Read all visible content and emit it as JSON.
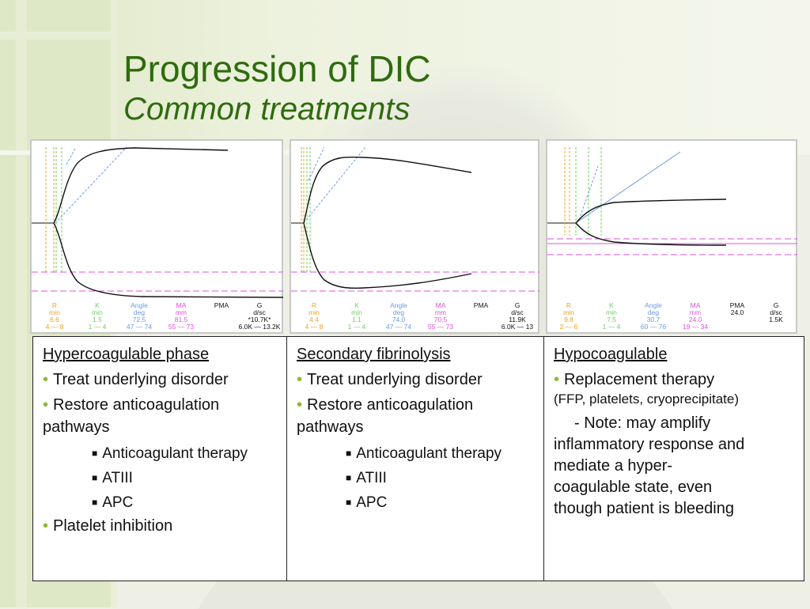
{
  "title": {
    "line1": "Progression of DIC",
    "line2": "Common treatments"
  },
  "panels": [
    {
      "params": {
        "labels": [
          "R",
          "K",
          "Angle",
          "MA",
          "PMA",
          "G"
        ],
        "units": [
          "min",
          "min",
          "deg",
          "mm",
          "",
          "d/sc"
        ],
        "values": [
          "6.6",
          "1.5",
          "72.5",
          "81.5",
          "",
          "*10.7K*"
        ],
        "ranges": [
          "4 — 8",
          "1 — 4",
          "47 — 74",
          "55 — 73",
          "",
          "6.0K — 13.2K"
        ]
      }
    },
    {
      "params": {
        "labels": [
          "R",
          "K",
          "Angle",
          "MA",
          "PMA",
          "G"
        ],
        "units": [
          "min",
          "min",
          "deg",
          "mm",
          "",
          "d/sc"
        ],
        "values": [
          "4.4",
          "1.1",
          "74.0",
          "70.5",
          "",
          "11.9K"
        ],
        "ranges": [
          "4 — 8",
          "1 — 4",
          "47 — 74",
          "55 — 73",
          "",
          "6.0K — 13"
        ]
      }
    },
    {
      "params": {
        "labels": [
          "R",
          "K",
          "Angle",
          "MA",
          "PMA",
          "G"
        ],
        "units": [
          "min",
          "min",
          "deg",
          "mm",
          "",
          "d/sc"
        ],
        "values": [
          "9.8",
          "7.5",
          "30.7",
          "24.0",
          "24.0",
          "1.5K"
        ],
        "ranges": [
          "2 — 6",
          "1 — 4",
          "60 — 76",
          "19 — 34",
          "",
          ""
        ]
      }
    }
  ],
  "columns": [
    {
      "heading": "Hypercoagulable phase",
      "bullets": [
        "Treat underlying disorder",
        "Restore anticoagulation pathways"
      ],
      "subs": [
        "Anticoagulant therapy",
        "ATIII",
        "APC"
      ],
      "last": "Platelet inhibition"
    },
    {
      "heading": "Secondary fibrinolysis",
      "bullets": [
        "Treat underlying disorder",
        "Restore anticoagulation pathways"
      ],
      "subs": [
        "Anticoagulant therapy",
        "ATIII",
        "APC"
      ]
    },
    {
      "heading": "Hypocoagulable",
      "bullet": "Replacement therapy",
      "small": "(FFP, platelets, cryoprecipitate)",
      "note": [
        "- Note:  may amplify",
        "inflammatory response and",
        "mediate a hyper-",
        "coagulable state, even",
        "though patient is bleeding"
      ]
    }
  ],
  "colors": {
    "title": "#2f6b0f",
    "bullet": "#8fb830",
    "r": "#f0a020",
    "k": "#6cd060",
    "angle": "#6a9ae8",
    "ma": "#e050e0"
  }
}
